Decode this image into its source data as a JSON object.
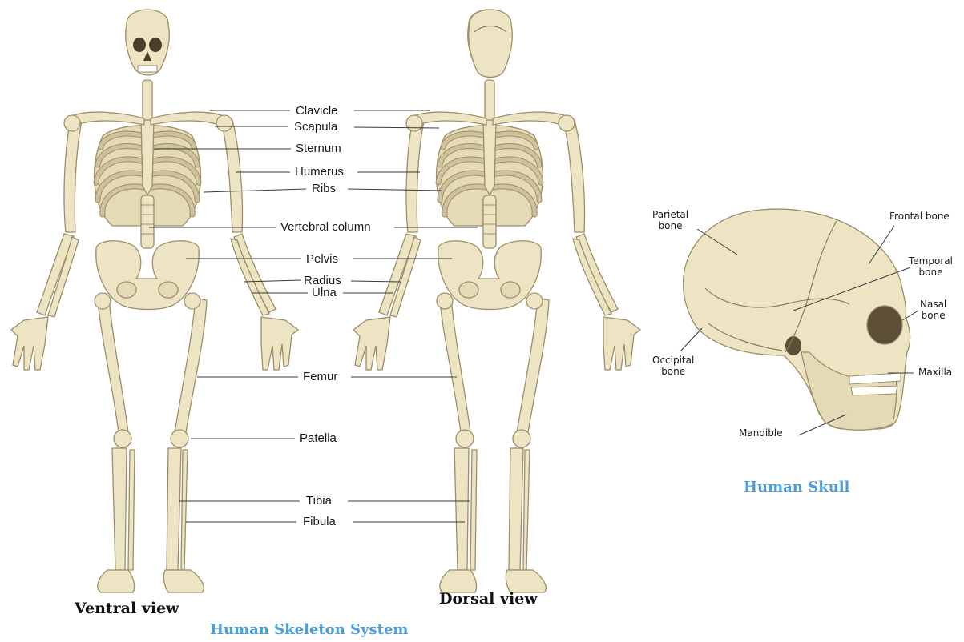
{
  "skeleton": {
    "labels": {
      "clavicle": "Clavicle",
      "scapula": "Scapula",
      "sternum": "Sternum",
      "humerus": "Humerus",
      "ribs": "Ribs",
      "vertebral_column": "Vertebral column",
      "pelvis": "Pelvis",
      "radius": "Radius",
      "ulna": "Ulna",
      "femur": "Femur",
      "patella": "Patella",
      "tibia": "Tibia",
      "fibula": "Fibula"
    },
    "ventral_view": "Ventral view",
    "dorsal_view": "Dorsal view",
    "caption": "Human Skeleton System"
  },
  "skull": {
    "labels": {
      "parietal_bone": "Parietal\nbone",
      "frontal_bone": "Frontal bone",
      "temporal_bone": "Temporal\nbone",
      "nasal_bone": "Nasal\nbone",
      "occipital_bone": "Occipital\nbone",
      "maxilla": "Maxilla",
      "mandible": "Mandible"
    },
    "caption": "Human Skull"
  },
  "colors": {
    "caption": "#4a9fd8",
    "bone_fill": "#ede4c4",
    "bone_outline": "#9c8e68"
  }
}
